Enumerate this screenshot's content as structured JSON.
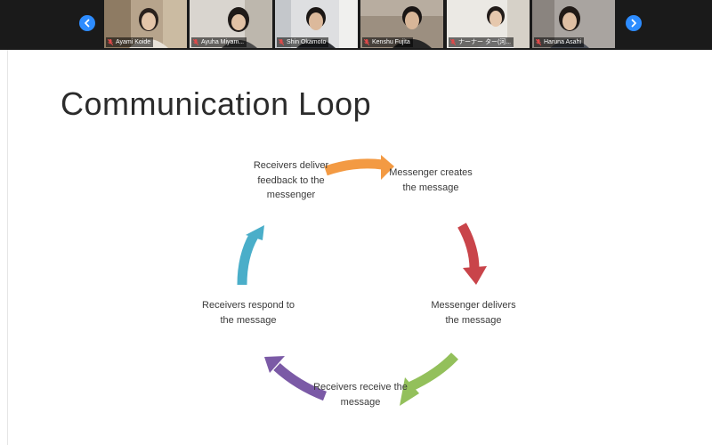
{
  "gallery": {
    "prev_icon": "chevron-left-icon",
    "next_icon": "chevron-right-icon",
    "accent": "#2d8cff",
    "participants": [
      {
        "name": "Ayami Koide"
      },
      {
        "name": "Ayuha Miyam..."
      },
      {
        "name": "Shin Okamoto"
      },
      {
        "name": "Kenshu Fujita"
      },
      {
        "name": "ナーナー ター(河..."
      },
      {
        "name": "Haruna Asahi"
      }
    ]
  },
  "slide": {
    "title": "Communication Loop",
    "steps": [
      {
        "label": "Messenger creates the message",
        "color": "#8b8b8b"
      },
      {
        "label": "Messenger delivers the message",
        "color": "#8b8b8b"
      },
      {
        "label": "Receivers receive the message",
        "color": "#8b8b8b"
      },
      {
        "label": "Receivers respond to the message",
        "color": "#8b8b8b"
      },
      {
        "label": "Receivers deliver feedback to the messenger",
        "color": "#8b8b8b"
      }
    ],
    "arrow_colors": {
      "orange": "#f39a43",
      "red": "#c9444a",
      "green": "#93c05b",
      "purple": "#7b5aa6",
      "blue": "#4aaec9"
    }
  }
}
